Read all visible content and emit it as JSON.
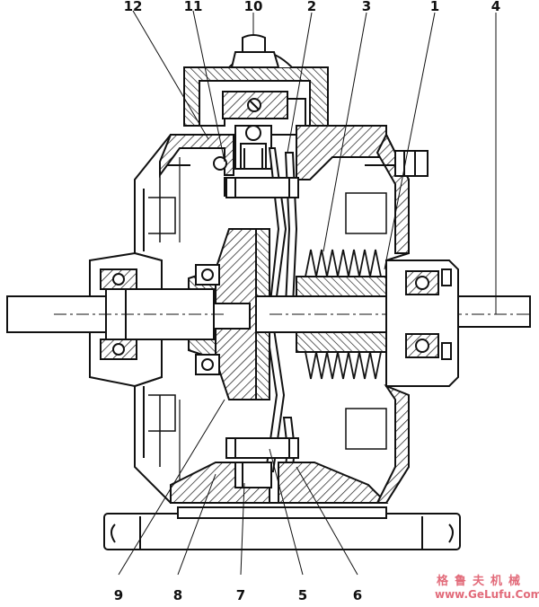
{
  "labels": {
    "top": [
      "12",
      "11",
      "10",
      "2",
      "3",
      "1",
      "4"
    ],
    "bottom": [
      "9",
      "8",
      "7",
      "5",
      "6"
    ]
  },
  "watermark": {
    "cn": "格鲁夫机械",
    "en": "www.GeLufu.Com"
  },
  "colors": {
    "line": "#111111",
    "watermark": "#e26b7a"
  }
}
